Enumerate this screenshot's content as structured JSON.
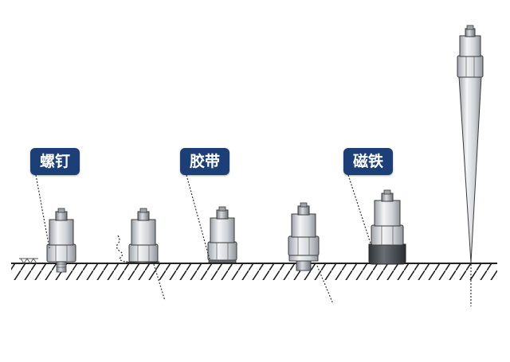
{
  "labels": {
    "screw": "螺钉",
    "tape": "胶带",
    "magnet": "磁铁"
  },
  "colors": {
    "label_background": "#1c3f77",
    "label_text": "#ffffff",
    "sensor_metal": "#c9ccd1",
    "magnet_base": "#4a4d52",
    "ground_line": "#222222"
  },
  "mounting_methods": [
    "screw-mount",
    "adhesive-mount",
    "tape-mount",
    "stud-mount",
    "magnet-mount",
    "probe-mount"
  ]
}
